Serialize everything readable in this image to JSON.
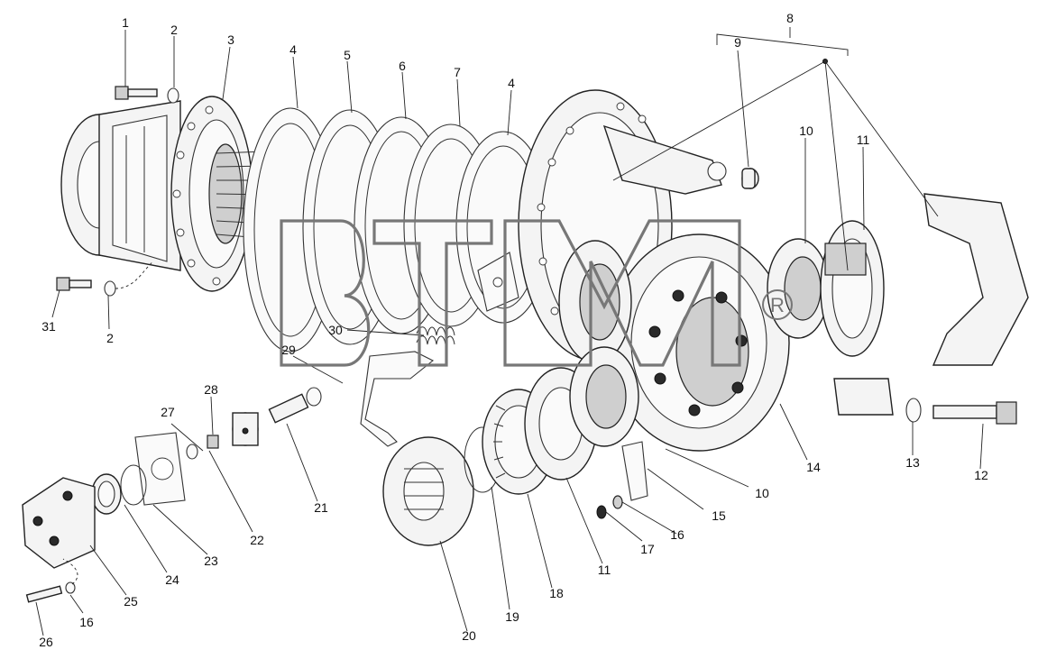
{
  "watermark": {
    "brand": "BTM",
    "registered_mark": "R"
  },
  "callouts": {
    "c1": "1",
    "c2a": "2",
    "c2b": "2",
    "c3": "3",
    "c4a": "4",
    "c4b": "4",
    "c5": "5",
    "c6": "6",
    "c7": "7",
    "c8": "8",
    "c9": "9",
    "c10a": "10",
    "c10b": "10",
    "c11a": "11",
    "c11b": "11",
    "c12": "12",
    "c13": "13",
    "c14": "14",
    "c15": "15",
    "c16a": "16",
    "c16b": "16",
    "c17": "17",
    "c18": "18",
    "c19": "19",
    "c20": "20",
    "c21": "21",
    "c22": "22",
    "c23": "23",
    "c24": "24",
    "c25": "25",
    "c26": "26",
    "c27": "27",
    "c28": "28",
    "c29": "29",
    "c30": "30",
    "c31": "31"
  },
  "colors": {
    "line": "#222222",
    "background": "#ffffff",
    "watermark": "#777777"
  }
}
